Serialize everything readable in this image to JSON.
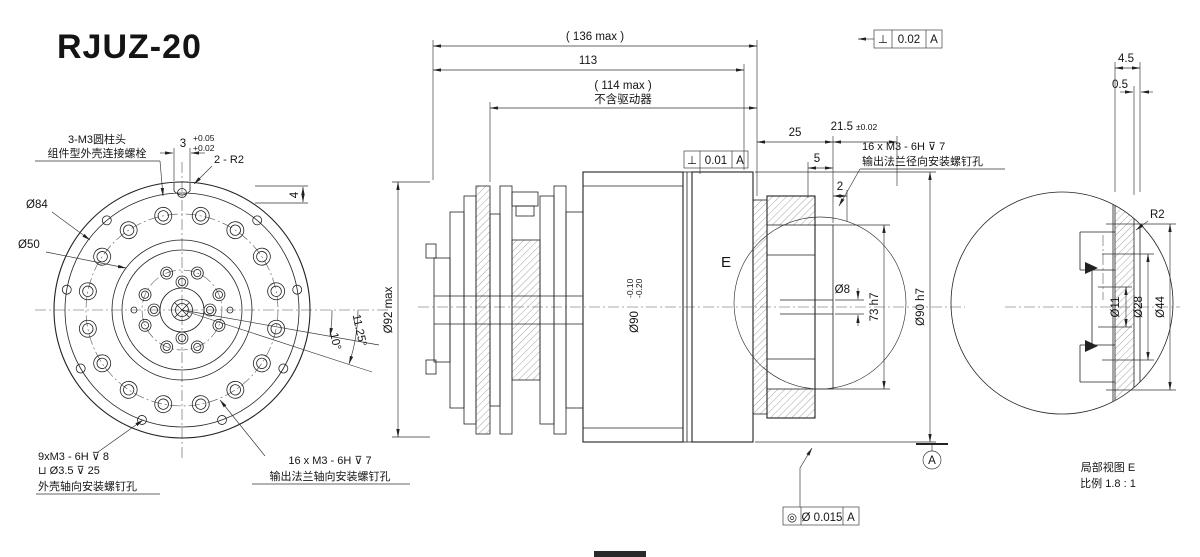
{
  "title": "RJUZ-20",
  "front_view": {
    "bolt_note_line1": "3-M3圆柱头",
    "bolt_note_line2": "组件型外壳连接螺栓",
    "dim_3": "3",
    "dim_3_tol_upper": "+0.05",
    "dim_3_tol_lower": "+0.02",
    "dim_2_r2": "2 - R2",
    "dim_4": "4",
    "dia_84": "Ø84",
    "dia_50": "Ø50",
    "angle_10": "10°",
    "angle_11_25": "11.25°",
    "note_9xm3_line1": "9xM3 - 6H ⊽ 8",
    "note_9xm3_line2": "⊔ Ø3.5 ⊽ 25",
    "note_9xm3_line3": "外壳轴向安装螺钉孔",
    "note_16xm3_line1": "16 x M3 - 6H ⊽ 7",
    "note_16xm3_line2": "输出法兰轴向安装螺钉孔"
  },
  "section_view": {
    "dim_136": "( 136 max )",
    "dim_113": "113",
    "dim_114_line1": "( 114 max )",
    "dim_114_line2": "不含驱动器",
    "dim_25": "25",
    "dim_21_5": "21.5",
    "dim_21_5_tol": "±0.02",
    "dim_5": "5",
    "dim_2": "2",
    "fcf_top": {
      "symbol": "⊥",
      "value": "0.02",
      "datum": "A"
    },
    "fcf_mid": {
      "symbol": "⊥",
      "value": "0.01",
      "datum": "A"
    },
    "fcf_bottom": {
      "symbol": "◎",
      "value": "Ø 0.015",
      "datum": "A"
    },
    "note_radial_line1": "16 x  M3 - 6H ⊽ 7",
    "note_radial_line2": "输出法兰径向安装螺钉孔",
    "dia_92": "Ø92 max",
    "dia_90": "Ø90",
    "dia_90_tol_upper": "-0.10",
    "dia_90_tol_lower": "-0.20",
    "dia_8": "Ø8",
    "dim_73": "73 h7",
    "dia_90h7": "Ø90 h7",
    "detail_label": "E",
    "datum": "A"
  },
  "detail_view": {
    "dim_4_5": "4.5",
    "dim_0_5": "0.5",
    "r2": "R2",
    "dia_11": "Ø11",
    "dia_28": "Ø28",
    "dia_44": "Ø44",
    "caption_line1": "局部视图 E",
    "caption_line2": "比例 1.8 : 1"
  }
}
